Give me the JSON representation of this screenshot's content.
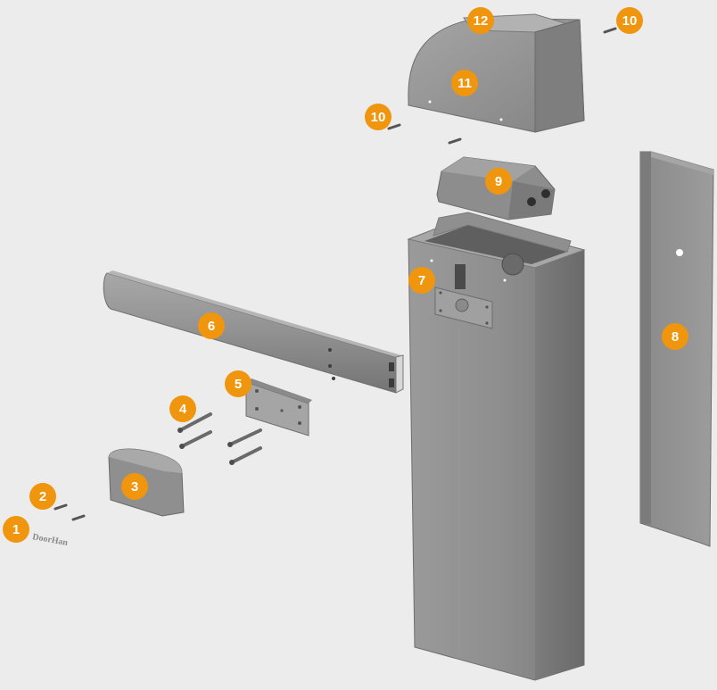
{
  "diagram": {
    "colors": {
      "badge": "#f0950e",
      "badge_text": "#ffffff",
      "background": "#ececec",
      "part": "#8e8e8e"
    },
    "logo_text": "DoorHan",
    "callouts": [
      {
        "id": "1",
        "label": "1"
      },
      {
        "id": "2",
        "label": "2"
      },
      {
        "id": "3",
        "label": "3"
      },
      {
        "id": "4",
        "label": "4"
      },
      {
        "id": "5",
        "label": "5"
      },
      {
        "id": "6",
        "label": "6"
      },
      {
        "id": "7",
        "label": "7"
      },
      {
        "id": "8",
        "label": "8"
      },
      {
        "id": "9",
        "label": "9"
      },
      {
        "id": "10a",
        "label": "10"
      },
      {
        "id": "10b",
        "label": "10"
      },
      {
        "id": "11",
        "label": "11"
      },
      {
        "id": "12",
        "label": "12"
      }
    ]
  }
}
